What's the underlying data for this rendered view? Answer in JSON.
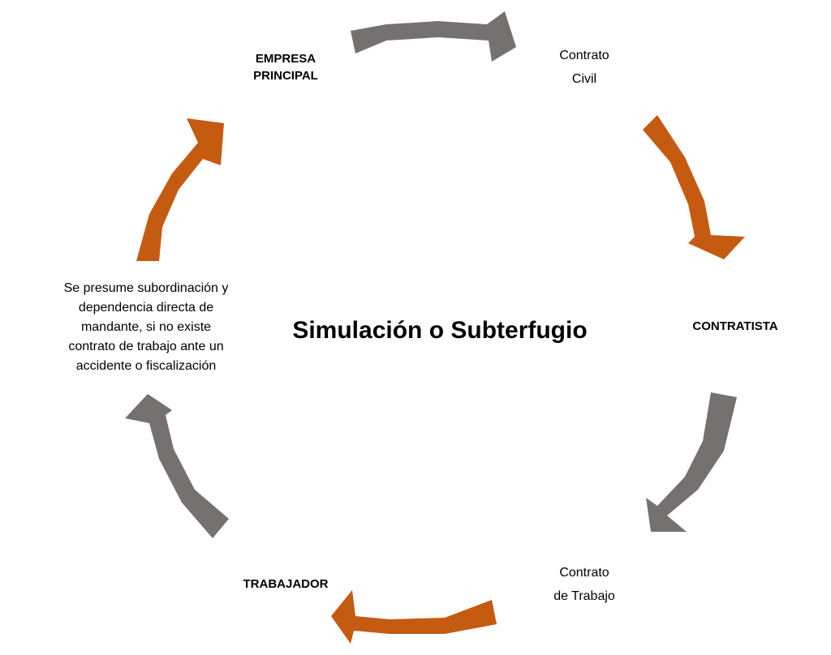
{
  "title": "Simulación o Subterfugio",
  "colors": {
    "orange": "#c55a11",
    "gray": "#767171"
  },
  "nodes": {
    "empresa_principal": "EMPRESA\nPRINCIPAL",
    "contrato_civil": "Contrato\nCivil",
    "contratista": "CONTRATISTA",
    "contrato_trabajo": "Contrato\nde Trabajo",
    "trabajador": "TRABAJADOR",
    "presuncion": "Se presume subordinación y\ndependencia  directa de\nmandante, si no existe\ncontrato de trabajo  ante un\naccidente o  fiscalización"
  },
  "arrows": [
    {
      "from": "empresa_principal",
      "to": "contrato_civil",
      "color": "gray"
    },
    {
      "from": "contrato_civil",
      "to": "contratista",
      "color": "orange"
    },
    {
      "from": "contratista",
      "to": "contrato_trabajo",
      "color": "gray"
    },
    {
      "from": "contrato_trabajo",
      "to": "trabajador",
      "color": "orange"
    },
    {
      "from": "trabajador",
      "to": "presuncion",
      "color": "gray"
    },
    {
      "from": "presuncion",
      "to": "empresa_principal",
      "color": "orange"
    }
  ]
}
